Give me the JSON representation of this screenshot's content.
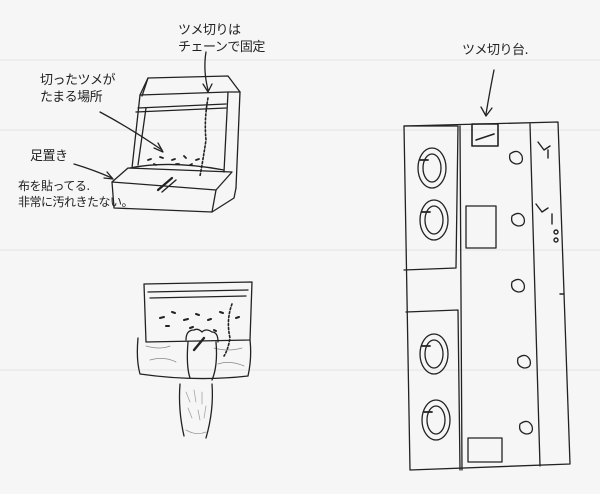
{
  "labels": {
    "chain": [
      "ツメ切りは",
      "チェーンで固定"
    ],
    "collect": [
      "切ったツメが",
      "たまる場所"
    ],
    "footrest": [
      "足置き"
    ],
    "cloth": [
      "布を貼ってる.",
      "非常に汚れきたない。"
    ],
    "table": [
      "ツメ切り台."
    ]
  },
  "colors": {
    "ink": "#222222",
    "paper": "#f6f6f6"
  }
}
